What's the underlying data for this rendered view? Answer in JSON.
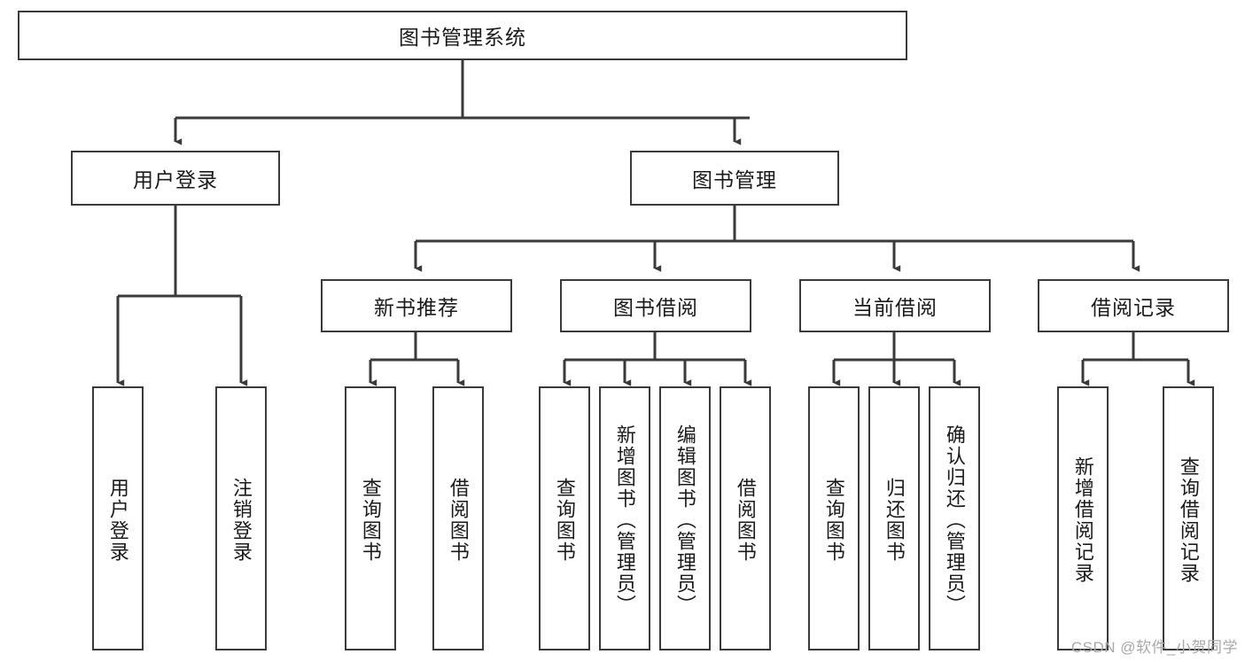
{
  "diagram": {
    "type": "hierarchy-tree",
    "title": "图书管理系统",
    "orientation": "top-down",
    "levels": 4,
    "colors": {
      "box_border": "#3a3a3a",
      "box_fill": "#ffffff",
      "edge": "#3a3a3a",
      "text": "#1a1a1a",
      "watermark": "#a8a8a8",
      "background": "#ffffff"
    },
    "nodes": {
      "root": {
        "label": "图书管理系统"
      },
      "level2": [
        {
          "id": "user-login",
          "label": "用户登录"
        },
        {
          "id": "book-management",
          "label": "图书管理"
        }
      ],
      "level3": [
        {
          "id": "new-book-recommend",
          "label": "新书推荐"
        },
        {
          "id": "book-borrow",
          "label": "图书借阅"
        },
        {
          "id": "current-borrow",
          "label": "当前借阅"
        },
        {
          "id": "borrow-record",
          "label": "借阅记录"
        }
      ],
      "leaves": {
        "user-login": [
          {
            "id": "leaf-user-login",
            "label": "用户登录"
          },
          {
            "id": "leaf-user-logout",
            "label": "注销登录"
          }
        ],
        "new-book-recommend": [
          {
            "id": "leaf-query-book-1",
            "label": "查询图书"
          },
          {
            "id": "leaf-borrow-book-1",
            "label": "借阅图书"
          }
        ],
        "book-borrow": [
          {
            "id": "leaf-query-book-2",
            "label": "查询图书"
          },
          {
            "id": "leaf-add-book",
            "label": "新增图书（管理员）"
          },
          {
            "id": "leaf-edit-book",
            "label": "编辑图书（管理员）"
          },
          {
            "id": "leaf-borrow-book-2",
            "label": "借阅图书"
          }
        ],
        "current-borrow": [
          {
            "id": "leaf-query-book-3",
            "label": "查询图书"
          },
          {
            "id": "leaf-return-book",
            "label": "归还图书"
          },
          {
            "id": "leaf-confirm-return",
            "label": "确认归还（管理员）"
          }
        ],
        "borrow-record": [
          {
            "id": "leaf-add-record",
            "label": "新增借阅记录"
          },
          {
            "id": "leaf-query-record",
            "label": "查询借阅记录"
          }
        ]
      }
    },
    "edges": [
      {
        "from": "root",
        "to": "user-login"
      },
      {
        "from": "root",
        "to": "book-management"
      },
      {
        "from": "book-management",
        "to": "new-book-recommend"
      },
      {
        "from": "book-management",
        "to": "book-borrow"
      },
      {
        "from": "book-management",
        "to": "current-borrow"
      },
      {
        "from": "book-management",
        "to": "borrow-record"
      },
      {
        "from": "user-login",
        "to": "leaf-user-login"
      },
      {
        "from": "user-login",
        "to": "leaf-user-logout"
      },
      {
        "from": "new-book-recommend",
        "to": "leaf-query-book-1"
      },
      {
        "from": "new-book-recommend",
        "to": "leaf-borrow-book-1"
      },
      {
        "from": "book-borrow",
        "to": "leaf-query-book-2"
      },
      {
        "from": "book-borrow",
        "to": "leaf-add-book"
      },
      {
        "from": "book-borrow",
        "to": "leaf-edit-book"
      },
      {
        "from": "book-borrow",
        "to": "leaf-borrow-book-2"
      },
      {
        "from": "current-borrow",
        "to": "leaf-query-book-3"
      },
      {
        "from": "current-borrow",
        "to": "leaf-return-book"
      },
      {
        "from": "current-borrow",
        "to": "leaf-confirm-return"
      },
      {
        "from": "borrow-record",
        "to": "leaf-add-record"
      },
      {
        "from": "borrow-record",
        "to": "leaf-query-record"
      }
    ]
  },
  "watermark": {
    "text": "CSDN @软件_小贺同学"
  }
}
